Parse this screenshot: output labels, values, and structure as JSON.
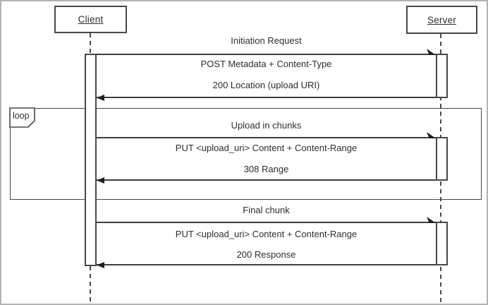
{
  "diagram": {
    "type": "uml-sequence",
    "participants": [
      {
        "name": "Client"
      },
      {
        "name": "Server"
      }
    ],
    "fragment": {
      "label": "loop"
    },
    "exchanges": [
      {
        "title": "Initiation Request",
        "request": "POST Metadata + Content-Type",
        "response": "200 Location (upload URI)",
        "in_fragment": false
      },
      {
        "title": "Upload in chunks",
        "request": "PUT <upload_uri> Content + Content-Range",
        "response": "308 Range",
        "in_fragment": true
      },
      {
        "title": "Final chunk",
        "request": "PUT <upload_uri> Content + Content-Range",
        "response": "200 Response",
        "in_fragment": false
      }
    ],
    "colors": {
      "line": "#3d3d3d",
      "box_border": "#474747",
      "text": "#2d2d2d",
      "outer_border": "#b3b3b3",
      "background": "#ffffff"
    }
  }
}
